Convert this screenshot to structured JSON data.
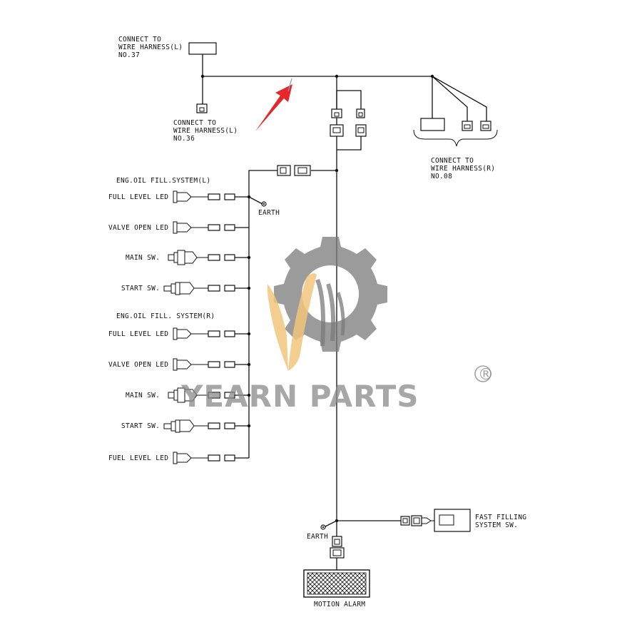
{
  "top_labels": {
    "harness_l37": [
      "CONNECT TO",
      "WIRE HARNESS(L)",
      "NO.37"
    ],
    "harness_l36": [
      "CONNECT TO",
      "WIRE HARNESS(L)",
      "NO.36"
    ],
    "harness_r08": [
      "CONNECT TO",
      "WIRE HARNESS(R)",
      "NO.08"
    ]
  },
  "group_left": {
    "title": "ENG.OIL FILL.SYSTEM(L)",
    "items": [
      "FULL LEVEL LED",
      "VALVE OPEN LED",
      "MAIN SW.",
      "START SW."
    ]
  },
  "group_right": {
    "title": "ENG.OIL FILL. SYSTEM(R)",
    "items": [
      "FULL LEVEL LED",
      "VALVE OPEN LED",
      "MAIN SW.",
      "START SW.",
      "FUEL LEVEL LED"
    ]
  },
  "earth_label": "EARTH",
  "fast_filling": [
    "FAST FILLING",
    "SYSTEM SW."
  ],
  "motion_alarm": "MOTION ALARM",
  "watermark": {
    "brand": "YEARN PARTS",
    "registered": "®",
    "gear_color": "#7a7a7a",
    "leaf_color": "#f2c57a"
  },
  "colors": {
    "line": "#111111",
    "arrow": "#e8262a"
  }
}
